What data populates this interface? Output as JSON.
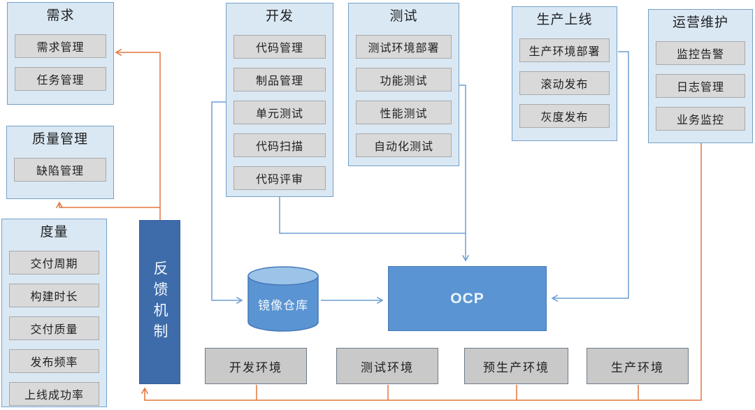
{
  "groups": {
    "requirements": {
      "title": "需求",
      "items": [
        "需求管理",
        "任务管理"
      ]
    },
    "quality": {
      "title": "质量管理",
      "items": [
        "缺陷管理"
      ]
    },
    "metrics": {
      "title": "度量",
      "items": [
        "交付周期",
        "构建时长",
        "交付质量",
        "发布频率",
        "上线成功率"
      ]
    },
    "dev": {
      "title": "开发",
      "items": [
        "代码管理",
        "制品管理",
        "单元测试",
        "代码扫描",
        "代码评审"
      ]
    },
    "test": {
      "title": "测试",
      "items": [
        "测试环境部署",
        "功能测试",
        "性能测试",
        "自动化测试"
      ]
    },
    "production": {
      "title": "生产上线",
      "items": [
        "生产环境部署",
        "滚动发布",
        "灰度发布"
      ]
    },
    "ops": {
      "title": "运营维护",
      "items": [
        "监控告警",
        "日志管理",
        "业务监控"
      ]
    }
  },
  "nodes": {
    "feedback": "反馈机制",
    "registry": "镜像仓库",
    "platform": "OCP"
  },
  "environments": [
    "开发环境",
    "测试环境",
    "预生产环境",
    "生产环境"
  ],
  "connections": [
    "开发 → 镜像仓库",
    "镜像仓库 → OCP",
    "开发 → OCP",
    "测试 → OCP",
    "生产上线(生产环境部署) → OCP",
    "反馈机制 → 需求(需求管理)",
    "反馈机制 → 质量管理",
    "运营维护/各环境 → 反馈机制"
  ],
  "colors": {
    "group_fill": "#dae8f4",
    "group_border": "#74a1c9",
    "item_fill": "#d9d9d9",
    "item_border": "#a9a9a9",
    "feedback_fill": "#3e6cab",
    "node_fill": "#5b94d2",
    "node_border": "#4579b8",
    "cylinder_top_fill": "#9cc3e8",
    "env_fill": "#c9c9c9",
    "env_border": "#6f7c89",
    "line_blue": "#6b9fd2",
    "line_orange": "#e2763f",
    "text": "#1f1f1f"
  }
}
